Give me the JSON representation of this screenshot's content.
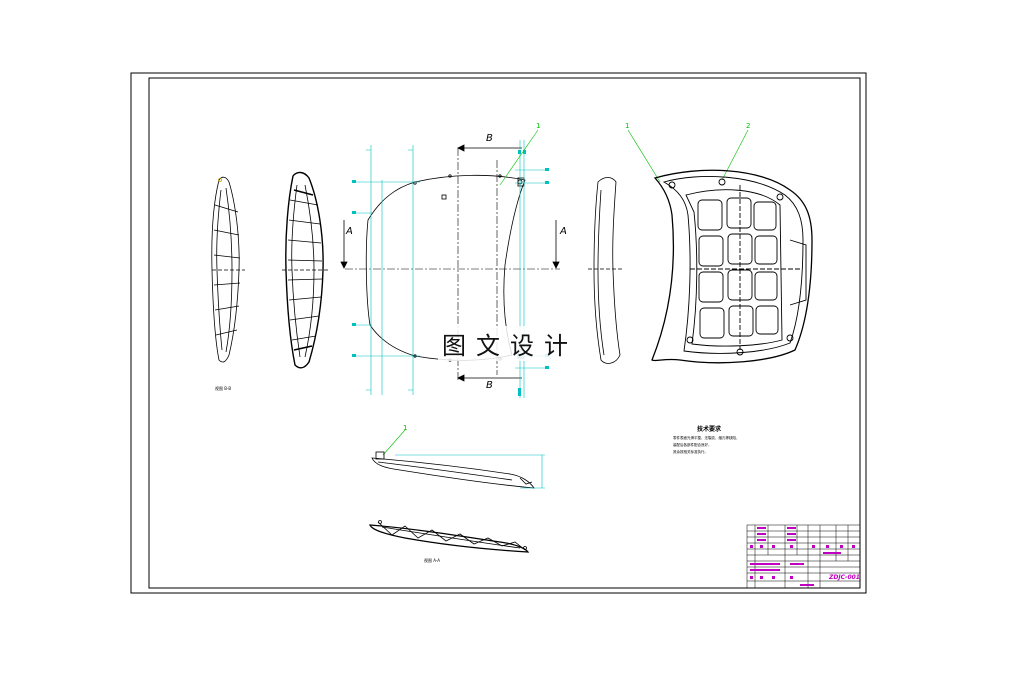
{
  "drawing": {
    "section_labels": {
      "a_left": "A",
      "a_right": "A",
      "b_top": "B",
      "b_bottom": "B"
    },
    "callouts": [
      "1",
      "1",
      "2",
      "1"
    ],
    "watermark": "图文设计",
    "view_labels": {
      "left_view": "视图 B-B",
      "bottom_view": "视图 A-A"
    },
    "technical_requirements": {
      "title": "技术要求",
      "lines": [
        "零件表面光滑平整，无裂纹、缩孔等缺陷，",
        "装配后各部件配合良好，",
        "其余按相关标准执行。"
      ]
    },
    "title_block": {
      "drawing_code": "ZDJC-001"
    },
    "colors": {
      "line": "#000000",
      "dimension": "#00c0c0",
      "callout": "#00c000",
      "title_block": "#c000c0"
    }
  }
}
